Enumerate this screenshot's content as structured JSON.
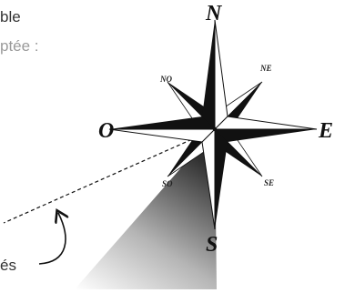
{
  "text": {
    "line1": "ble",
    "line2": "ptée :",
    "line3": "és"
  },
  "compass": {
    "north": "N",
    "south": "S",
    "east": "E",
    "west": "O",
    "northwest": "NO",
    "northeast": "NE",
    "southwest": "SO",
    "southeast": "SE"
  }
}
